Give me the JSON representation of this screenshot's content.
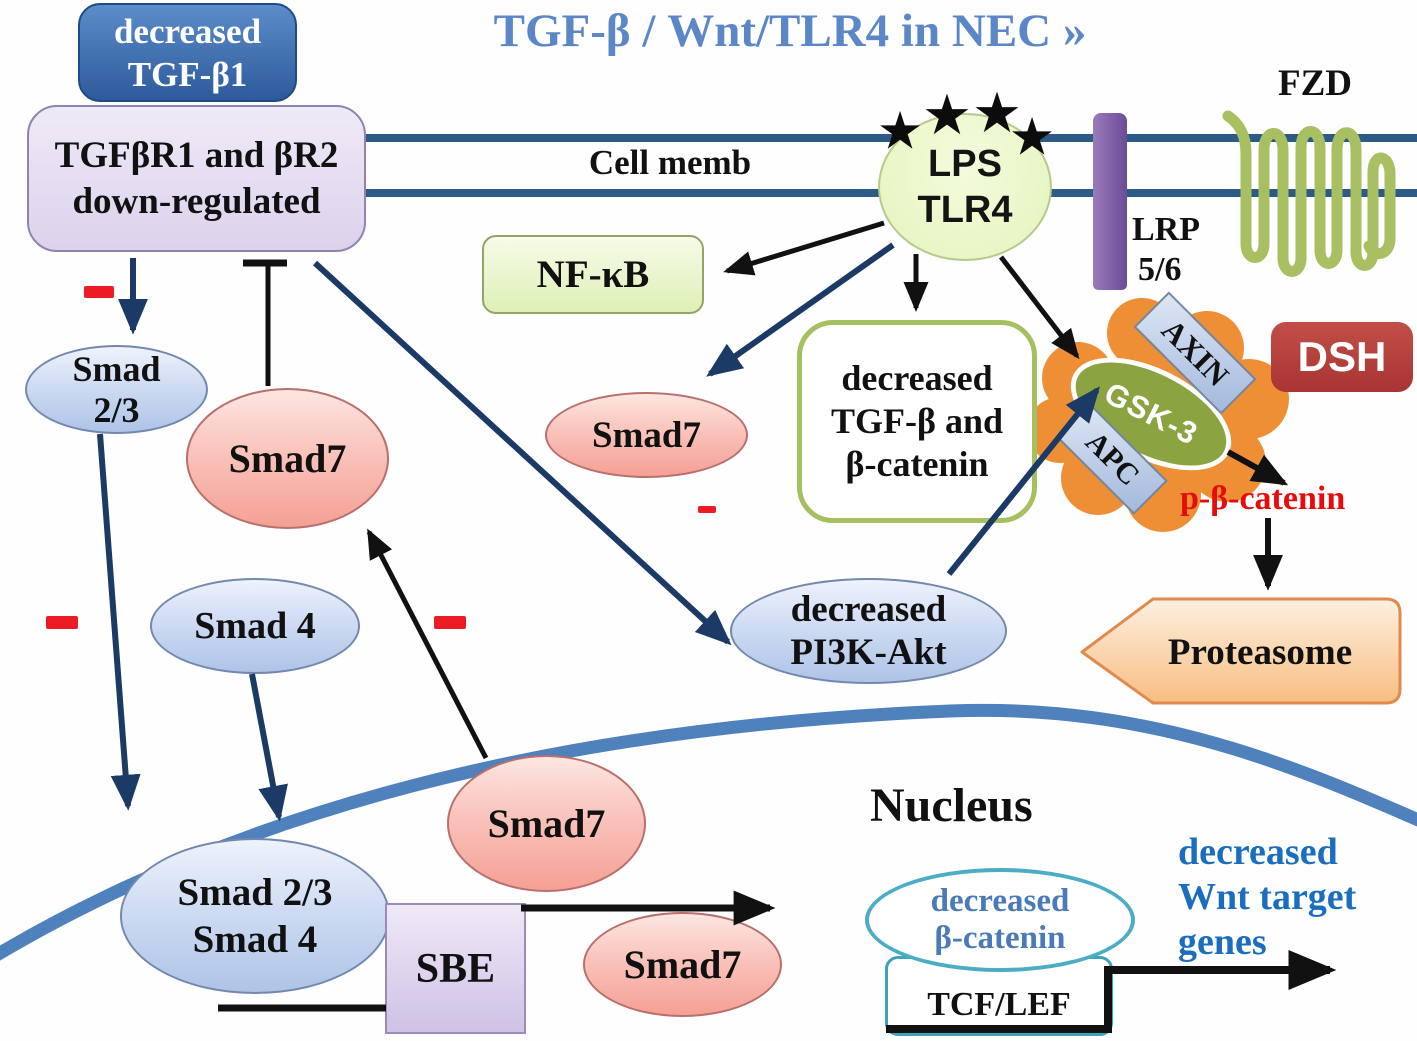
{
  "title": "TGF-β / Wnt/TLR4 in NEC »",
  "membrane": {
    "label": "Cell memb",
    "star": "★"
  },
  "upstream": {
    "decreased_tgfb1": [
      "decreased",
      "TGF-β1"
    ],
    "receptor_box": [
      "TGFβR1 and βR2",
      "down-regulated"
    ],
    "lps": "LPS",
    "tlr4": "TLR4",
    "lrp": [
      "LRP",
      "5/6"
    ],
    "fzd": "FZD",
    "dsh": "DSH"
  },
  "cytoplasm": {
    "nfkb": "NF-κB",
    "smad23": [
      "Smad",
      "2/3"
    ],
    "smad7_left": "Smad7",
    "smad7_mid": "Smad7",
    "smad4": "Smad 4",
    "decreased_tgfb_bcatenin": [
      "decreased",
      "TGF-β and",
      "β-catenin"
    ],
    "decreased_pi3k_akt": [
      "decreased",
      "PI3K-Akt"
    ],
    "axin": "AXIN",
    "apc": "APC",
    "gsk3": "GSK-3",
    "p_beta_catenin": "p-β-catenin",
    "proteasome": "Proteasome"
  },
  "nucleus": {
    "label": "Nucleus",
    "smad234": [
      "Smad 2/3",
      "Smad 4"
    ],
    "sbe": "SBE",
    "smad7_upper": "Smad7",
    "smad7_lower": "Smad7",
    "decreased_bcatenin": [
      "decreased",
      "β-catenin"
    ],
    "tcf_lef": "TCF/LEF",
    "decreased_wnt_target": [
      "decreased",
      "Wnt target",
      "genes"
    ]
  },
  "colors": {
    "title_blue": "#5b87c8",
    "navy_arrow": "#1b3a66",
    "black_arrow": "#111111",
    "inhibit_red": "#ed1c24",
    "membrane_navy": "#2d5b88",
    "nucleus_border": "#4f81bd",
    "wnt_text_blue": "#1a6dbf",
    "bcatenin_text_blue": "#4a7ab8",
    "p_bcatenin_red": "#e60c0c",
    "gsk3_green": "#8ba441",
    "complex_orange": "#ef8f35",
    "fzd_green": "#a8bf62",
    "dsh_red": "#b13c3c"
  }
}
